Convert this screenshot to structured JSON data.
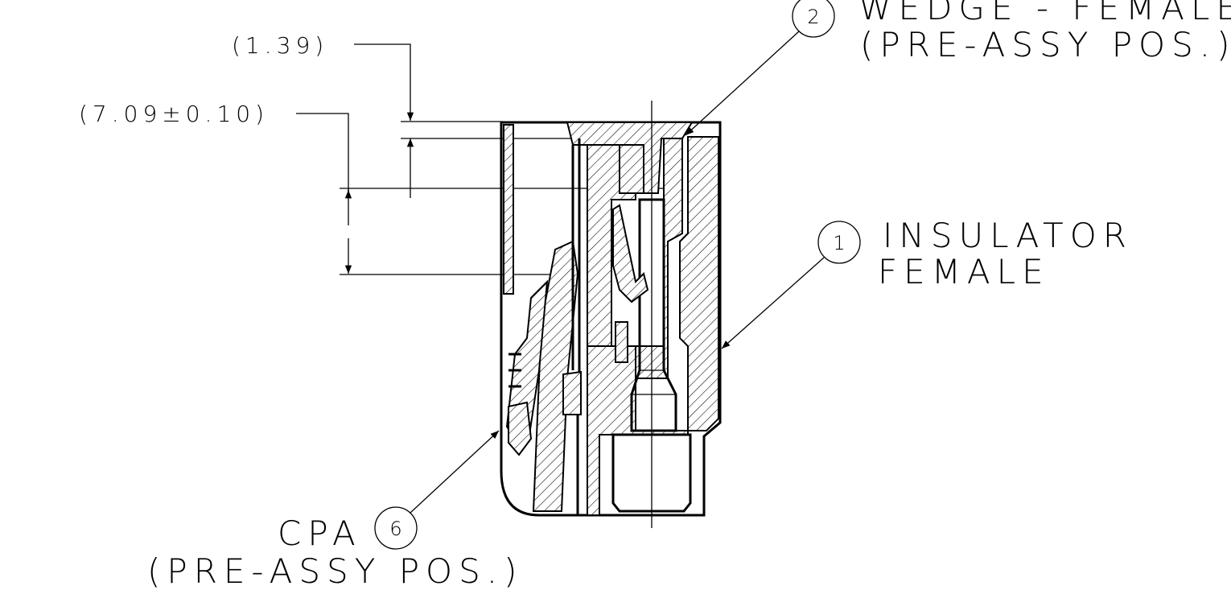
{
  "dimensions": {
    "top_offset": "(1.39)",
    "height": "(7.09±0.10)"
  },
  "callouts": [
    {
      "number": "2",
      "line1": "WEDGE - FEMALE",
      "line2": "(PRE-ASSY POS.)"
    },
    {
      "number": "1",
      "line1": "INSULATOR",
      "line2": "FEMALE"
    },
    {
      "number": "6",
      "line1": "CPA",
      "line2": "(PRE-ASSY POS.)"
    }
  ]
}
